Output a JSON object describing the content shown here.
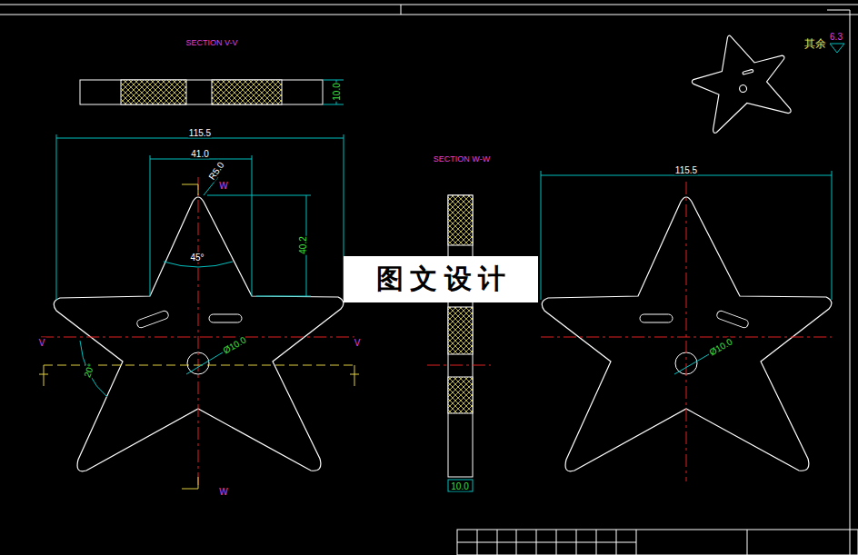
{
  "diagram": {
    "nodes": [
      {
        "text": [
          "图 文 设 计"
        ]
      }
    ],
    "labels": [
      "SECTION V-V",
      "10.0",
      "115.5",
      "41.0",
      "R5.0",
      "40.2",
      "45°",
      "W",
      "V",
      "V",
      "Ø10.0",
      "20°",
      "W",
      "SECTION W-W",
      "10.0",
      "115.5",
      "Ø10.0",
      "其余",
      "6.3"
    ]
  }
}
